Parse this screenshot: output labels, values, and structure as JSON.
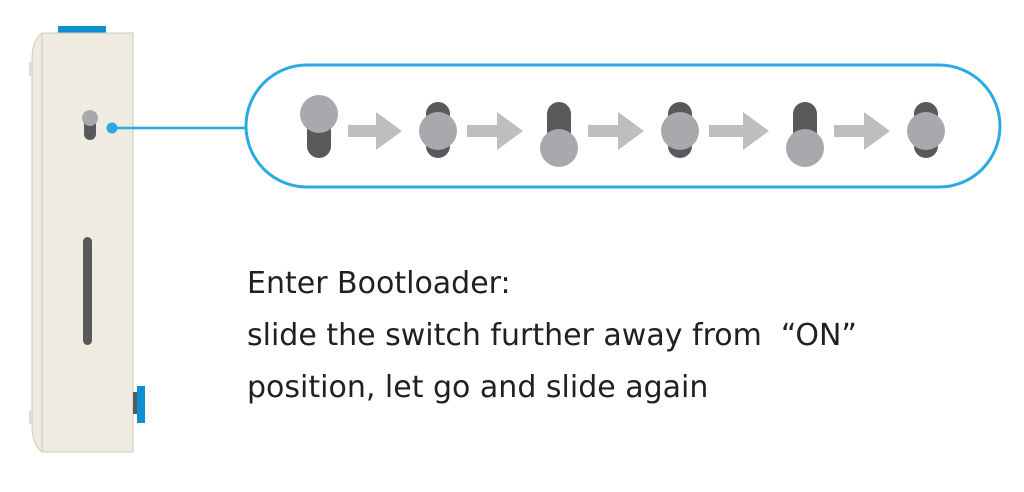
{
  "colors": {
    "accent": "#29abe2",
    "device_body": "#efebe0",
    "device_edge": "#cfcbb8",
    "blue_part": "#0a8fd1",
    "switch_track": "#58595b",
    "switch_knob": "#a7a9ac",
    "arrow": "#bcbec0"
  },
  "sequence": {
    "switch_positions": [
      "up",
      "middle",
      "down",
      "middle",
      "down",
      "middle"
    ]
  },
  "instruction": {
    "title": "Enter Bootloader:",
    "line1": "slide the switch further away from  “ON”",
    "line2": "position, let go and slide again"
  }
}
